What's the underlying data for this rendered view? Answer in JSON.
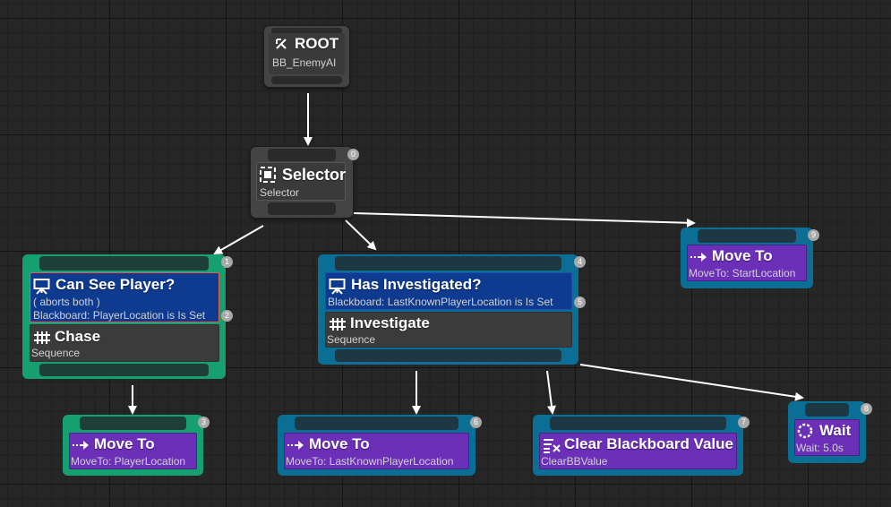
{
  "root": {
    "title": "ROOT",
    "subtitle": "BB_EnemyAI",
    "icon": "root-icon"
  },
  "selector": {
    "title": "Selector",
    "subtitle": "Selector",
    "index": "0",
    "icon": "selector-icon"
  },
  "chase_branch": {
    "index": "1",
    "decorator": {
      "title": "Can See Player?",
      "line1": "( aborts both )",
      "line2": "Blackboard: PlayerLocation is Is Set",
      "index": "2",
      "icon": "blackboard-decorator-icon"
    },
    "composite": {
      "title": "Chase",
      "subtitle": "Sequence",
      "icon": "sequence-icon"
    }
  },
  "investigate_branch": {
    "index": "4",
    "decorator": {
      "title": "Has Investigated?",
      "line1": "Blackboard: LastKnownPlayerLocation is Is Set",
      "index": "5",
      "icon": "blackboard-decorator-icon"
    },
    "composite": {
      "title": "Investigate",
      "subtitle": "Sequence",
      "icon": "sequence-icon"
    }
  },
  "tasks": [
    {
      "title": "Move To",
      "subtitle": "MoveTo: StartLocation",
      "index": "9",
      "icon": "move-to-icon"
    },
    {
      "title": "Move To",
      "subtitle": "MoveTo: PlayerLocation",
      "index": "3",
      "icon": "move-to-icon"
    },
    {
      "title": "Move To",
      "subtitle": "MoveTo: LastKnownPlayerLocation",
      "index": "6",
      "icon": "move-to-icon"
    },
    {
      "title": "Clear Blackboard Value",
      "subtitle": "ClearBBValue",
      "index": "7",
      "icon": "clear-bb-icon"
    },
    {
      "title": "Wait",
      "subtitle": "Wait: 5.0s",
      "index": "8",
      "icon": "wait-icon"
    }
  ],
  "colors": {
    "background": "#262626",
    "composite": "#444444",
    "decorator": "#0e3a8f",
    "task": "#6b2fb8",
    "task_frame_active": "#16a06f",
    "task_frame_inactive": "#0b6e95",
    "wire": "#ffffff"
  }
}
